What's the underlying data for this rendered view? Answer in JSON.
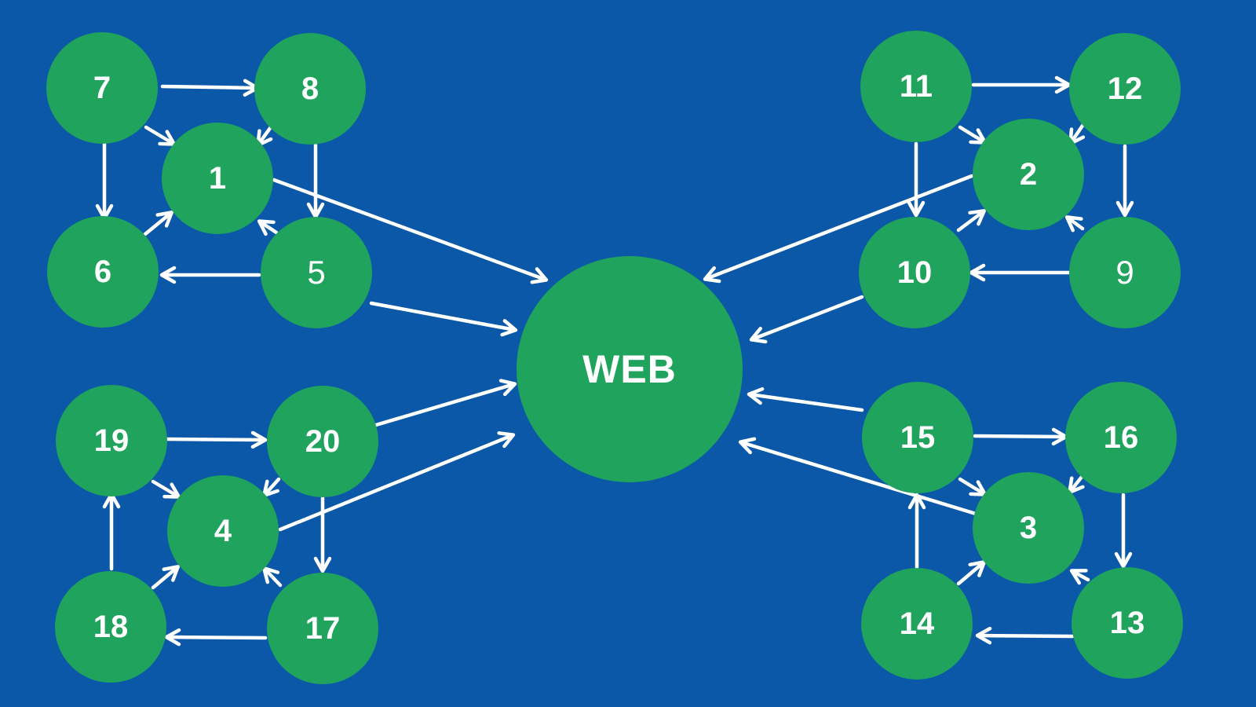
{
  "diagram": {
    "type": "network-hub-and-spoke",
    "background_color": "#0b57a8",
    "node_color": "#1fa35d",
    "arrow_color": "#ffffff",
    "label_color": "#ffffff"
  },
  "center_node": {
    "id": "WEB",
    "label": "WEB"
  },
  "nodes": [
    {
      "id": "7",
      "label": "7",
      "cluster": "top-left"
    },
    {
      "id": "8",
      "label": "8",
      "cluster": "top-left"
    },
    {
      "id": "1",
      "label": "1",
      "cluster": "top-left"
    },
    {
      "id": "6",
      "label": "6",
      "cluster": "top-left"
    },
    {
      "id": "5",
      "label": "5",
      "cluster": "top-left",
      "weight": "light"
    },
    {
      "id": "11",
      "label": "11",
      "cluster": "top-right"
    },
    {
      "id": "12",
      "label": "12",
      "cluster": "top-right"
    },
    {
      "id": "2",
      "label": "2",
      "cluster": "top-right"
    },
    {
      "id": "10",
      "label": "10",
      "cluster": "top-right"
    },
    {
      "id": "9",
      "label": "9",
      "cluster": "top-right",
      "weight": "light"
    },
    {
      "id": "19",
      "label": "19",
      "cluster": "bottom-left"
    },
    {
      "id": "20",
      "label": "20",
      "cluster": "bottom-left"
    },
    {
      "id": "4",
      "label": "4",
      "cluster": "bottom-left"
    },
    {
      "id": "18",
      "label": "18",
      "cluster": "bottom-left"
    },
    {
      "id": "17",
      "label": "17",
      "cluster": "bottom-left"
    },
    {
      "id": "15",
      "label": "15",
      "cluster": "bottom-right"
    },
    {
      "id": "16",
      "label": "16",
      "cluster": "bottom-right"
    },
    {
      "id": "3",
      "label": "3",
      "cluster": "bottom-right"
    },
    {
      "id": "14",
      "label": "14",
      "cluster": "bottom-right"
    },
    {
      "id": "13",
      "label": "13",
      "cluster": "bottom-right"
    }
  ],
  "edges": [
    {
      "from": "7",
      "to": "8"
    },
    {
      "from": "7",
      "to": "1"
    },
    {
      "from": "7",
      "to": "6"
    },
    {
      "from": "8",
      "to": "1"
    },
    {
      "from": "8",
      "to": "5"
    },
    {
      "from": "6",
      "to": "1"
    },
    {
      "from": "5",
      "to": "1"
    },
    {
      "from": "5",
      "to": "6"
    },
    {
      "from": "11",
      "to": "12"
    },
    {
      "from": "11",
      "to": "2"
    },
    {
      "from": "11",
      "to": "10"
    },
    {
      "from": "12",
      "to": "2"
    },
    {
      "from": "12",
      "to": "9"
    },
    {
      "from": "10",
      "to": "2"
    },
    {
      "from": "9",
      "to": "2"
    },
    {
      "from": "9",
      "to": "10"
    },
    {
      "from": "19",
      "to": "20"
    },
    {
      "from": "19",
      "to": "4"
    },
    {
      "from": "18",
      "to": "19"
    },
    {
      "from": "20",
      "to": "4"
    },
    {
      "from": "20",
      "to": "17"
    },
    {
      "from": "18",
      "to": "4"
    },
    {
      "from": "17",
      "to": "4"
    },
    {
      "from": "17",
      "to": "18"
    },
    {
      "from": "15",
      "to": "16"
    },
    {
      "from": "15",
      "to": "3"
    },
    {
      "from": "14",
      "to": "15"
    },
    {
      "from": "16",
      "to": "3"
    },
    {
      "from": "16",
      "to": "13"
    },
    {
      "from": "14",
      "to": "3"
    },
    {
      "from": "13",
      "to": "3"
    },
    {
      "from": "13",
      "to": "14"
    },
    {
      "from": "1",
      "to": "WEB"
    },
    {
      "from": "5",
      "to": "WEB"
    },
    {
      "from": "20",
      "to": "WEB"
    },
    {
      "from": "4",
      "to": "WEB"
    },
    {
      "from": "2",
      "to": "WEB"
    },
    {
      "from": "10",
      "to": "WEB"
    },
    {
      "from": "15",
      "to": "WEB"
    },
    {
      "from": "3",
      "to": "WEB"
    }
  ]
}
